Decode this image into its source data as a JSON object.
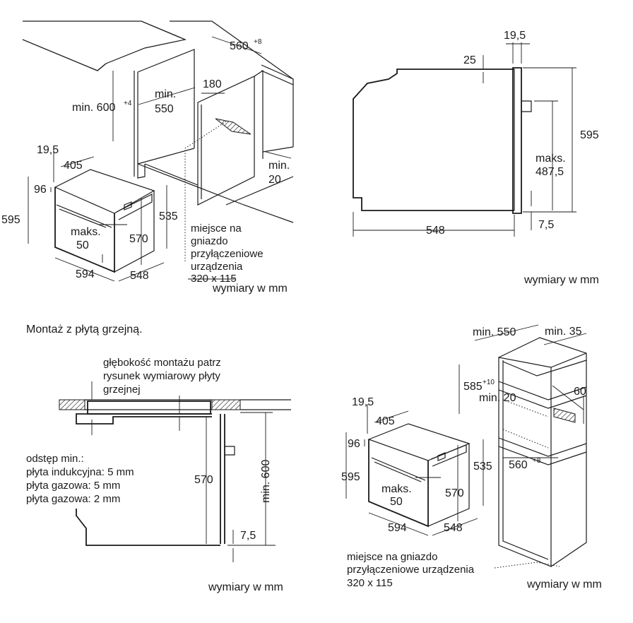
{
  "quad_tl": {
    "dim_560": "560",
    "dim_560_sup": "+8",
    "dim_min600": "min. 600",
    "dim_min600_sup": "+4",
    "dim_min550_a": "min.",
    "dim_min550_b": "550",
    "dim_180": "180",
    "dim_min20_a": "min.",
    "dim_min20_b": "20",
    "dim_19_5": "19,5",
    "dim_405": "405",
    "dim_96": "96",
    "dim_595": "595",
    "dim_535": "535",
    "dim_maks_a": "maks.",
    "dim_maks_b": "50",
    "dim_570": "570",
    "dim_594": "594",
    "dim_548": "548",
    "note_1": "miejsce na",
    "note_2": "gniazdo",
    "note_3": "przyłączeniowe",
    "note_4": "urządzenia",
    "note_5": "320 x 115",
    "units": "wymiary w mm"
  },
  "quad_tr": {
    "dim_19_5": "19,5",
    "dim_25": "25",
    "dim_595": "595",
    "dim_maks_a": "maks.",
    "dim_maks_b": "487,5",
    "dim_548": "548",
    "dim_7_5": "7,5",
    "units": "wymiary w mm"
  },
  "quad_bl": {
    "title": "Montaż z płytą grzejną.",
    "depth_1": "głębokość montażu patrz",
    "depth_2": "rysunek wymiarowy płyty",
    "depth_3": "grzejnej",
    "gap_1": "odstęp min.:",
    "gap_2": "płyta indukcyjna: 5 mm",
    "gap_3": "płyta gazowa: 5 mm",
    "gap_4": "płyta gazowa: 2 mm",
    "dim_570": "570",
    "dim_min600": "min. 600",
    "dim_7_5": "7,5",
    "units": "wymiary w mm"
  },
  "quad_br": {
    "dim_min550": "min. 550",
    "dim_min35": "min. 35",
    "dim_585": "585",
    "dim_585_sup": "+10",
    "dim_min20": "min. 20",
    "dim_60": "60",
    "dim_560": "560",
    "dim_560_sup": "+8",
    "dim_19_5": "19,5",
    "dim_405": "405",
    "dim_96": "96",
    "dim_595": "595",
    "dim_535": "535",
    "dim_maks_a": "maks.",
    "dim_maks_b": "50",
    "dim_570": "570",
    "dim_594": "594",
    "dim_548": "548",
    "note_1": "miejsce na gniazdo",
    "note_2": "przyłączeniowe urządzenia",
    "note_3": "320 x 115",
    "units": "wymiary w mm"
  }
}
